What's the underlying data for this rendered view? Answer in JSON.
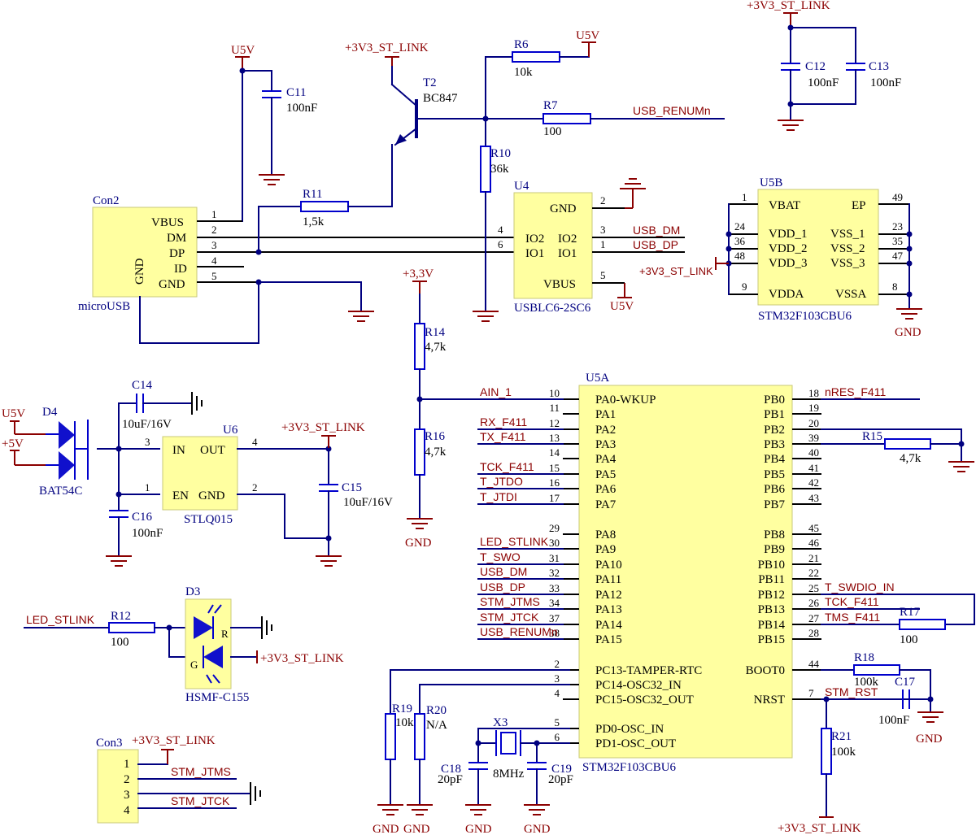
{
  "power": {
    "u5v": "U5V",
    "st_link": "+3V3_ST_LINK",
    "p33v": "+3,3V",
    "gnd": "GND",
    "p5v": "+5V"
  },
  "components": {
    "c11": {
      "ref": "C11",
      "val": "100nF"
    },
    "c12": {
      "ref": "C12",
      "val": "100nF"
    },
    "c13": {
      "ref": "C13",
      "val": "100nF"
    },
    "c14": {
      "ref": "C14",
      "val": "10uF/16V"
    },
    "c15": {
      "ref": "C15",
      "val": "10uF/16V"
    },
    "c16": {
      "ref": "C16",
      "val": "100nF"
    },
    "c17": {
      "ref": "C17",
      "val": "100nF"
    },
    "c18": {
      "ref": "C18",
      "val": "20pF"
    },
    "c19": {
      "ref": "C19",
      "val": "20pF"
    },
    "r6": {
      "ref": "R6",
      "val": "10k"
    },
    "r7": {
      "ref": "R7",
      "val": "100"
    },
    "r10": {
      "ref": "R10",
      "val": "36k"
    },
    "r11": {
      "ref": "R11",
      "val": "1,5k"
    },
    "r12": {
      "ref": "R12",
      "val": "100"
    },
    "r14": {
      "ref": "R14",
      "val": "4,7k"
    },
    "r15": {
      "ref": "R15",
      "val": "4,7k"
    },
    "r16": {
      "ref": "R16",
      "val": "4,7k"
    },
    "r17": {
      "ref": "R17",
      "val": "100"
    },
    "r18": {
      "ref": "R18",
      "val": "100k"
    },
    "r19": {
      "ref": "R19",
      "val": "10k"
    },
    "r20": {
      "ref": "R20",
      "val": "N/A"
    },
    "r21": {
      "ref": "R21",
      "val": "100k"
    },
    "t2": {
      "ref": "T2",
      "val": "BC847"
    },
    "d3": {
      "ref": "D3",
      "val": "HSMF-C155",
      "r": "R",
      "g": "G"
    },
    "d4": {
      "ref": "D4",
      "val": "BAT54C"
    },
    "x3": {
      "ref": "X3",
      "val": "8MHz"
    },
    "u4": {
      "ref": "U4",
      "val": "USBLC6-2SC6"
    },
    "u6": {
      "ref": "U6",
      "val": "STLQ015"
    },
    "u5a": {
      "ref": "U5A",
      "val": "STM32F103CBU6"
    },
    "u5b": {
      "ref": "U5B",
      "val": "STM32F103CBU6"
    },
    "con2": {
      "ref": "Con2",
      "val": "microUSB"
    },
    "con3": {
      "ref": "Con3"
    }
  },
  "con2_pins": [
    {
      "name": "VBUS",
      "num": "1"
    },
    {
      "name": "DM",
      "num": "2"
    },
    {
      "name": "DP",
      "num": "3"
    },
    {
      "name": "ID",
      "num": "4"
    },
    {
      "name": "GND",
      "num": "5"
    }
  ],
  "con2_side_label": "GND",
  "u4_pins": {
    "gnd": "GND",
    "gnd_num": "2",
    "io2_l": "IO2",
    "io2_lnum": "4",
    "io2_r": "IO2",
    "io2_rnum": "3",
    "io1_l": "IO1",
    "io1_lnum": "6",
    "io1_r": "IO1",
    "io1_rnum": "1",
    "vbus": "VBUS",
    "vbus_num": "5"
  },
  "u6_pins": {
    "in": "IN",
    "in_num": "3",
    "out": "OUT",
    "out_num": "4",
    "en": "EN",
    "en_num": "1",
    "gnd": "GND",
    "gnd_num": "2"
  },
  "u5b_pins": {
    "left": [
      {
        "name": "VBAT",
        "num": "1"
      },
      {
        "name": "VDD_1",
        "num": "24"
      },
      {
        "name": "VDD_2",
        "num": "36"
      },
      {
        "name": "VDD_3",
        "num": "48"
      },
      {
        "name": "VDDA",
        "num": "9"
      }
    ],
    "right": [
      {
        "name": "EP",
        "num": "49"
      },
      {
        "name": "VSS_1",
        "num": "23"
      },
      {
        "name": "VSS_2",
        "num": "35"
      },
      {
        "name": "VSS_3",
        "num": "47"
      },
      {
        "name": "VSSA",
        "num": "8"
      }
    ]
  },
  "u5a_left": [
    {
      "name": "PA0-WKUP",
      "num": "10",
      "net": "AIN_1"
    },
    {
      "name": "PA1",
      "num": "11",
      "net": ""
    },
    {
      "name": "PA2",
      "num": "12",
      "net": "RX_F411"
    },
    {
      "name": "PA3",
      "num": "13",
      "net": "TX_F411"
    },
    {
      "name": "PA4",
      "num": "14",
      "net": ""
    },
    {
      "name": "PA5",
      "num": "15",
      "net": "TCK_F411"
    },
    {
      "name": "PA6",
      "num": "16",
      "net": "T_JTDO"
    },
    {
      "name": "PA7",
      "num": "17",
      "net": "T_JTDI"
    },
    {
      "name": "PA8",
      "num": "29",
      "net": ""
    },
    {
      "name": "PA9",
      "num": "30",
      "net": "LED_STLINK"
    },
    {
      "name": "PA10",
      "num": "31",
      "net": "T_SWO"
    },
    {
      "name": "PA11",
      "num": "32",
      "net": "USB_DM"
    },
    {
      "name": "PA12",
      "num": "33",
      "net": "USB_DP"
    },
    {
      "name": "PA13",
      "num": "34",
      "net": "STM_JTMS"
    },
    {
      "name": "PA14",
      "num": "37",
      "net": "STM_JTCK"
    },
    {
      "name": "PA15",
      "num": "38",
      "net": "USB_RENUMn"
    },
    {
      "name": "PC13-TAMPER-RTC",
      "num": "2",
      "net": ""
    },
    {
      "name": "PC14-OSC32_IN",
      "num": "3",
      "net": ""
    },
    {
      "name": "PC15-OSC32_OUT",
      "num": "4",
      "net": ""
    },
    {
      "name": "PD0-OSC_IN",
      "num": "5",
      "net": ""
    },
    {
      "name": "PD1-OSC_OUT",
      "num": "6",
      "net": ""
    }
  ],
  "u5a_right": [
    {
      "name": "PB0",
      "num": "18",
      "net": "nRES_F411"
    },
    {
      "name": "PB1",
      "num": "19",
      "net": ""
    },
    {
      "name": "PB2",
      "num": "20",
      "net": ""
    },
    {
      "name": "PB3",
      "num": "39",
      "net": ""
    },
    {
      "name": "PB4",
      "num": "40",
      "net": ""
    },
    {
      "name": "PB5",
      "num": "41",
      "net": ""
    },
    {
      "name": "PB6",
      "num": "42",
      "net": ""
    },
    {
      "name": "PB7",
      "num": "43",
      "net": ""
    },
    {
      "name": "PB8",
      "num": "45",
      "net": ""
    },
    {
      "name": "PB9",
      "num": "46",
      "net": ""
    },
    {
      "name": "PB10",
      "num": "21",
      "net": ""
    },
    {
      "name": "PB11",
      "num": "22",
      "net": ""
    },
    {
      "name": "PB12",
      "num": "25",
      "net": "T_SWDIO_IN"
    },
    {
      "name": "PB13",
      "num": "26",
      "net": "TCK_F411"
    },
    {
      "name": "PB14",
      "num": "27",
      "net": "TMS_F411"
    },
    {
      "name": "PB15",
      "num": "28",
      "net": ""
    },
    {
      "name": "BOOT0",
      "num": "44",
      "net": ""
    },
    {
      "name": "NRST",
      "num": "7",
      "net": "STM_RST"
    }
  ],
  "con3_pins": [
    "1",
    "2",
    "3",
    "4"
  ],
  "nets": {
    "usb_renum": "USB_RENUMn",
    "usb_dm": "USB_DM",
    "usb_dp": "USB_DP",
    "led_stlink": "LED_STLINK",
    "stm_jtms": "STM_JTMS",
    "stm_jtck": "STM_JTCK"
  }
}
